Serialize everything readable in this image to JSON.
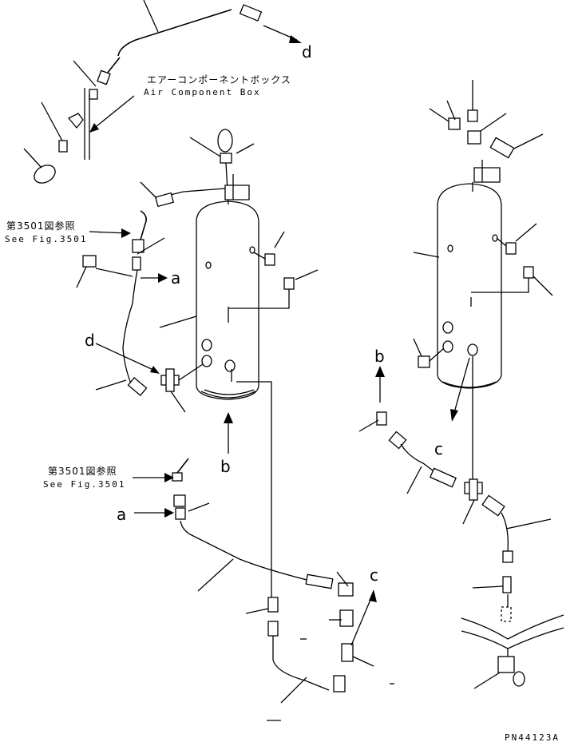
{
  "component_box": {
    "jp": "エアーコンポーネントボックス",
    "en": "Air Component Box"
  },
  "fig_ref_upper": {
    "jp": "第3501図参照",
    "en": "See Fig.3501"
  },
  "fig_ref_lower": {
    "jp": "第3501図参照",
    "en": "See Fig.3501"
  },
  "connection_labels": {
    "d_top": "d",
    "a_upper": "a",
    "d_left": "d",
    "b_left": "b",
    "a_lower": "a",
    "c_left": "c",
    "b_right": "b",
    "c_right": "c"
  },
  "part_number": "PN44123A"
}
